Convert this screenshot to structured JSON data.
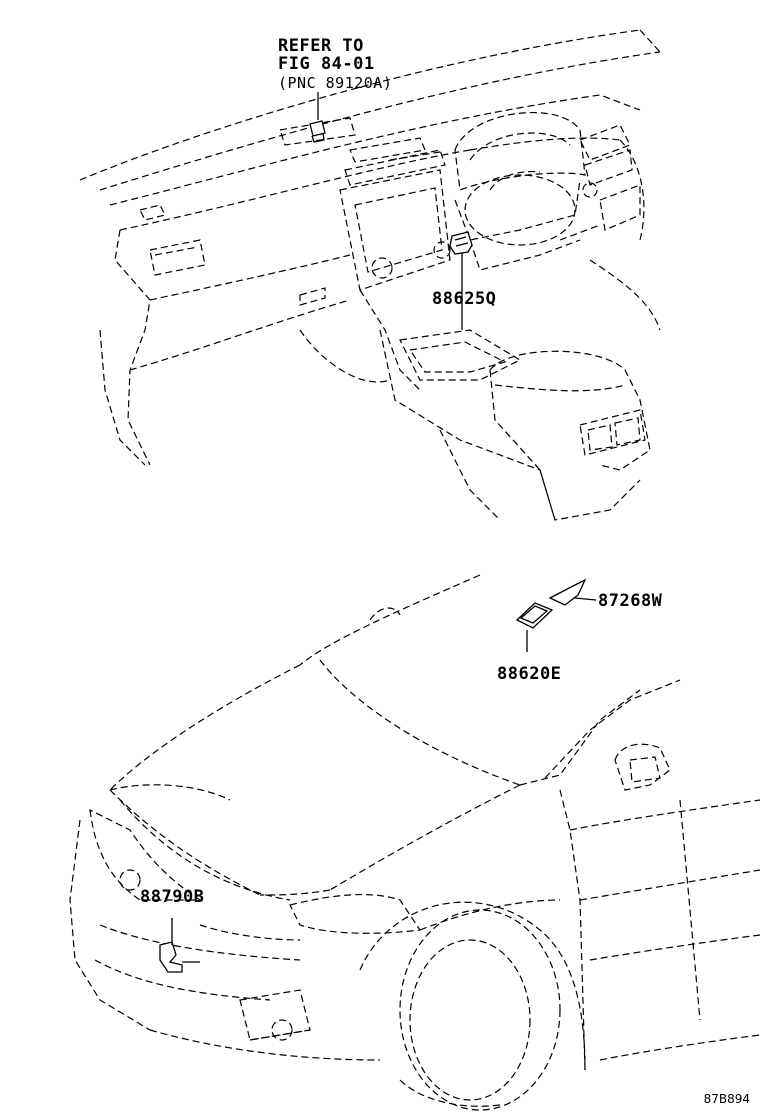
{
  "callouts": {
    "refer_line1": "REFER TO",
    "refer_line2": "FIG 84-01",
    "refer_line3": "(PNC 89120A)",
    "part_88625q": "88625Q",
    "part_87268w": "87268W",
    "part_88620e": "88620E",
    "part_88790b": "88790B"
  },
  "figure_id": "87B894",
  "colors": {
    "line": "#000000",
    "background": "#ffffff"
  }
}
